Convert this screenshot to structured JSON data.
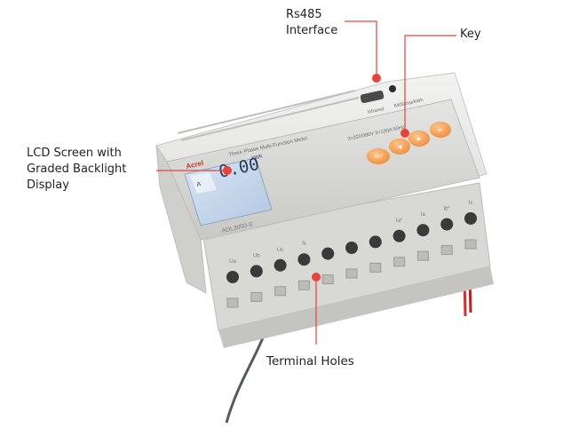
{
  "callouts": {
    "rs485": [
      "Rs485",
      "Interface"
    ],
    "key": "Key",
    "lcd": [
      "LCD Screen with",
      "Graded Backlight",
      "Display"
    ],
    "terminal": "Terminal Holes"
  },
  "device": {
    "brand": "Acrel",
    "title": "Three Phase Multi-Function Meter",
    "model": "ADL3000-E",
    "infrared_label": "Infrared",
    "energy_const": "6400imp/kWh",
    "rating": "3×220/380V  3×1(6)A  50Hz",
    "lcd_reading": "0.00",
    "lcd_unit": "kWh",
    "lcd_corner": "A",
    "buttons": [
      "SET",
      "◀",
      "▶",
      "↵"
    ],
    "terminal_labels": [
      "Ua",
      "Ub",
      "Uc",
      "N",
      "",
      "",
      "",
      "Ia*",
      "Ia",
      "Ib*",
      "Ic"
    ]
  },
  "colors": {
    "housing": "#e2e2e0",
    "lcd": "#c8d8ee",
    "button": "#f4a45a",
    "callout_dot": "#e8433a",
    "callout_line": "#e8433a",
    "cable_red": "#d23030",
    "cable_grey": "#555a60"
  }
}
